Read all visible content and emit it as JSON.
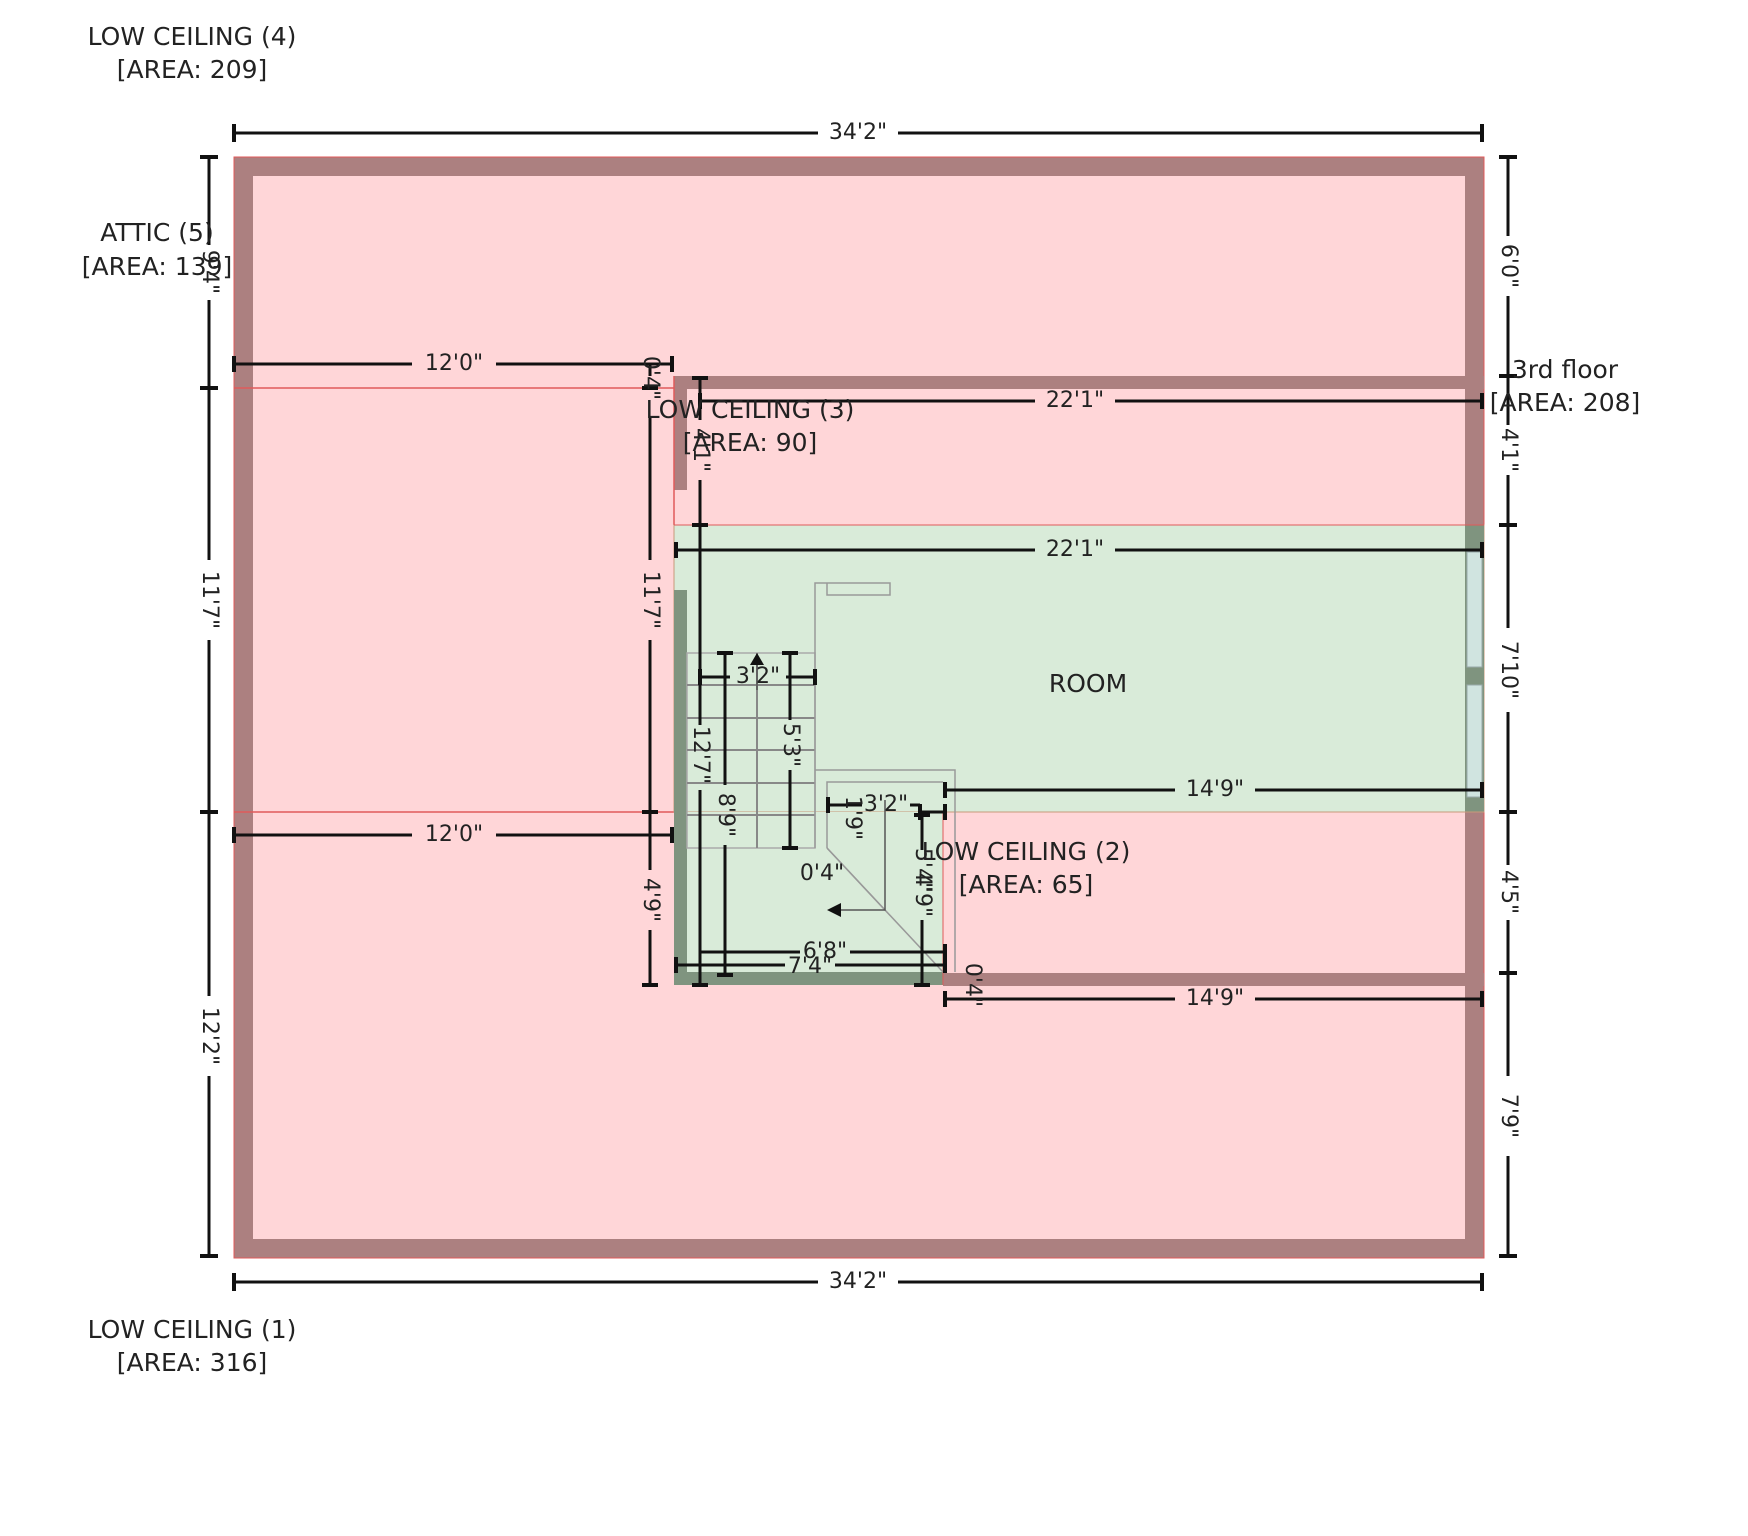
{
  "colors": {
    "low_ceiling_fill": "#ffd6d8",
    "wall": "#ac8080",
    "room_fill": "#d9ebd9",
    "room_wall": "#7f947f",
    "boundary_line": "#e05a5a",
    "dimension_line": "#111111"
  },
  "areas": {
    "low_ceiling_4": {
      "name": "LOW CEILING (4)",
      "area": "[AREA: 209]"
    },
    "attic_5": {
      "name": "ATTIC (5)",
      "area": "[AREA: 139]"
    },
    "floor": {
      "name": "3rd floor",
      "area": "[AREA: 208]"
    },
    "low_ceiling_3": {
      "name": "LOW CEILING (3)",
      "area": "[AREA: 90]"
    },
    "room": {
      "name": "ROOM"
    },
    "low_ceiling_2": {
      "name": "LOW CEILING (2)",
      "area": "[AREA: 65]"
    },
    "low_ceiling_1": {
      "name": "LOW CEILING (1)",
      "area": "[AREA: 316]"
    }
  },
  "dimensions": {
    "top_width": "34'2\"",
    "bottom_width": "34'2\"",
    "left_top": "9'4\"",
    "left_mid": "11'7\"",
    "left_bottom": "12'2\"",
    "right_1": "6'0\"",
    "right_2": "4'1\"",
    "right_3": "7'10\"",
    "right_4": "4'5\"",
    "right_5": "7'9\"",
    "attic_width_upper": "12'0\"",
    "attic_width_lower": "12'0\"",
    "lc3_width": "22'1\"",
    "room_width": "22'1\"",
    "lc2_top_width": "14'9\"",
    "lc2_bottom_width": "14'9\"",
    "inner_left_top": "0'4\"",
    "inner_left_mid": "11'7\"",
    "inner_left_bottom": "4'9\"",
    "lc3_depth": "4'1\"",
    "stair_height": "12'7\"",
    "stair_width_top": "3'2\"",
    "stair_run": "5'3\"",
    "stair_mid_width": "3'2\"",
    "stair_depth": "8'9\"",
    "stair_small": "1'9\"",
    "stair_gap": "0'4\"",
    "stair_right_1": "5'4\"",
    "stair_right_2": "4'9\"",
    "stair_bottom_inner": "6'8\"",
    "stair_bottom_outer": "7'4\"",
    "lc2_wall": "0'4\""
  }
}
